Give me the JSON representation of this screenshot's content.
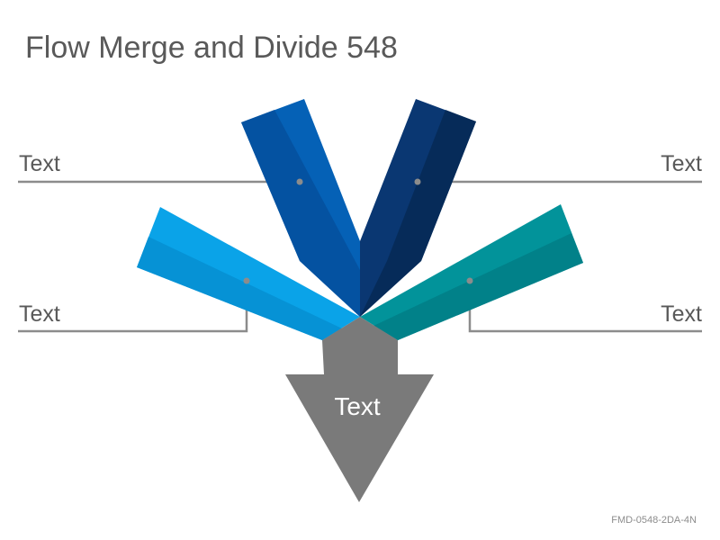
{
  "title": "Flow Merge and Divide 548",
  "labels": {
    "top_left": "Text",
    "top_right": "Text",
    "bottom_left": "Text",
    "bottom_right": "Text",
    "arrow": "Text"
  },
  "footer": "FMD-0548-2DA-4N",
  "colors": {
    "band_light_blue": "#0aa3e8",
    "band_blue": "#0561b6",
    "band_navy": "#082f63",
    "band_teal": "#02939a",
    "arrow_gray": "#7a7a7a",
    "connector_gray": "#8c8c8c",
    "text_gray": "#595959"
  }
}
